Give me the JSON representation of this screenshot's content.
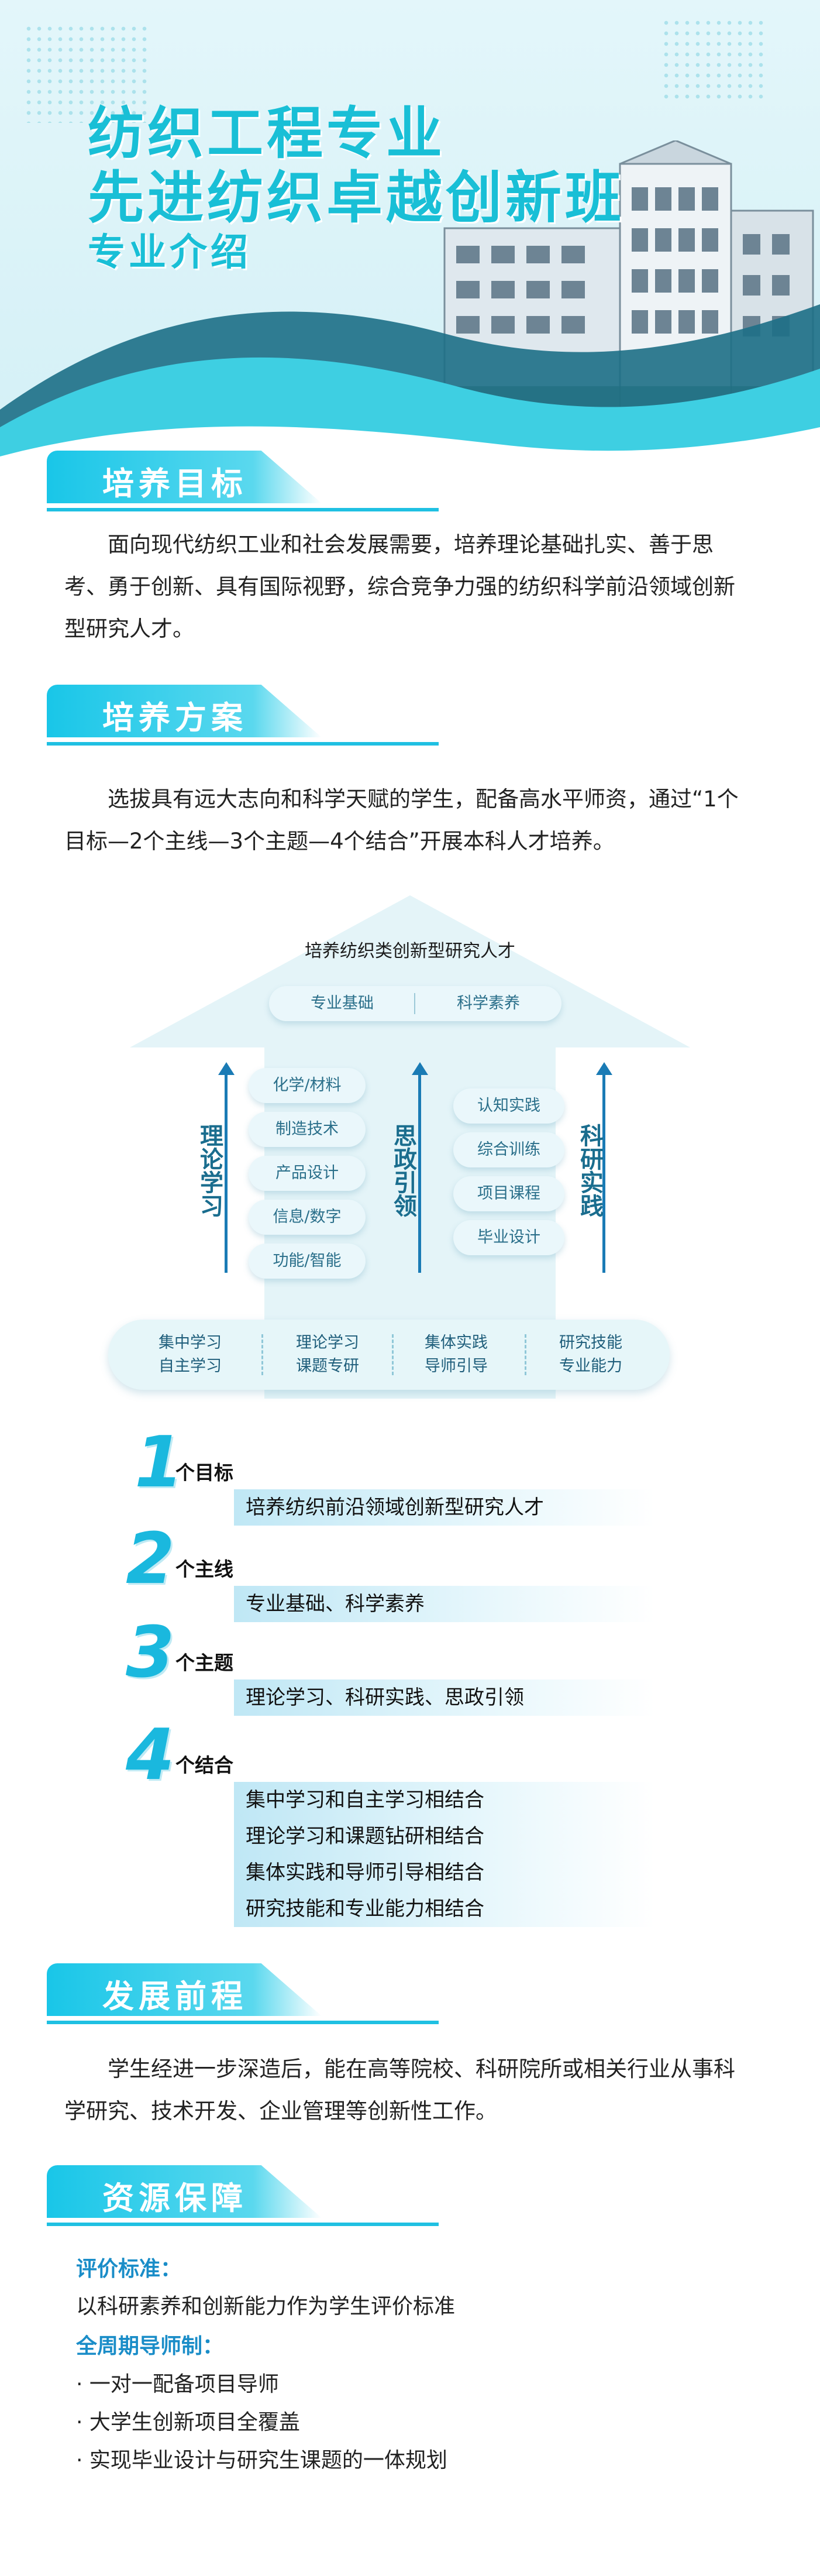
{
  "hero": {
    "title_line1": "纺织工程专业",
    "title_line2": "先进纺织卓越创新班",
    "title_line3": "专业介绍"
  },
  "sections": {
    "goal": {
      "title": "培养目标",
      "text": "面向现代纺织工业和社会发展需要，培养理论基础扎实、善于思考、勇于创新、具有国际视野，综合竞争力强的纺织科学前沿领域创新型研究人才。"
    },
    "plan": {
      "title": "培养方案",
      "text": "选拔具有远大志向和科学天赋的学生，配备高水平师资，通过“1个目标—2个主线—3个主题—4个结合”开展本科人才培养。"
    },
    "career": {
      "title": "发展前程",
      "text": "学生经进一步深造后，能在高等院校、科研院所或相关行业从事科学研究、技术开发、企业管理等创新性工作。"
    },
    "resources": {
      "title": "资源保障"
    }
  },
  "diagram": {
    "top_label": "培养纺织类创新型研究人才",
    "top_pill": [
      "专业基础",
      "科学素养"
    ],
    "left_vertical": "理论学习",
    "middle_vertical": "思政引领",
    "right_vertical": "科研实践",
    "left_pills": [
      "化学/材料",
      "制造技术",
      "产品设计",
      "信息/数字",
      "功能/智能"
    ],
    "right_pills": [
      "认知实践",
      "综合训练",
      "项目课程",
      "毕业设计"
    ],
    "bottom_cells": [
      [
        "集中学习",
        "自主学习"
      ],
      [
        "理论学习",
        "课题专研"
      ],
      [
        "集体实践",
        "导师引导"
      ],
      [
        "研究技能",
        "专业能力"
      ]
    ]
  },
  "numbered": [
    {
      "num": "1",
      "title": "个目标",
      "items": [
        "培养纺织前沿领域创新型研究人才"
      ]
    },
    {
      "num": "2",
      "title": "个主线",
      "items": [
        "专业基础、科学素养"
      ]
    },
    {
      "num": "3",
      "title": "个主题",
      "items": [
        "理论学习、科研实践、思政引领"
      ]
    },
    {
      "num": "4",
      "title": "个结合",
      "items": [
        "集中学习和自主学习相结合",
        "理论学习和课题钻研相结合",
        "集体实践和导师引导相结合",
        "研究技能和专业能力相结合"
      ]
    }
  ],
  "resources": {
    "eval_title": "评价标准：",
    "eval_text": "以科研素养和创新能力作为学生评价标准",
    "mentor_title": "全周期导师制：",
    "mentor_items": [
      "· 一对一配备项目导师",
      "· 大学生创新项目全覆盖",
      "· 实现毕业设计与研究生课题的一体规划"
    ]
  }
}
